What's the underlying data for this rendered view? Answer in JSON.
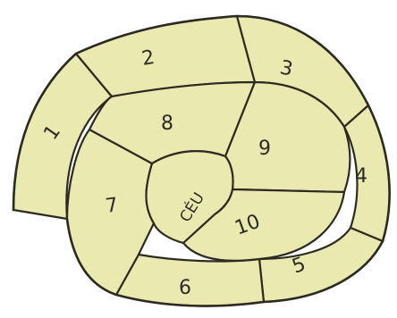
{
  "hopscotch": {
    "cells": [
      {
        "id": "1",
        "label": "1"
      },
      {
        "id": "2",
        "label": "2"
      },
      {
        "id": "3",
        "label": "3"
      },
      {
        "id": "4",
        "label": "4"
      },
      {
        "id": "5",
        "label": "5"
      },
      {
        "id": "6",
        "label": "6"
      },
      {
        "id": "7",
        "label": "7"
      },
      {
        "id": "8",
        "label": "8"
      },
      {
        "id": "9",
        "label": "9"
      },
      {
        "id": "10",
        "label": "10"
      }
    ],
    "center": {
      "label": "CÉU"
    }
  },
  "colors": {
    "cell_fill": "#eaeab0",
    "line": "#2d2a22",
    "text": "#2b2b2b"
  }
}
